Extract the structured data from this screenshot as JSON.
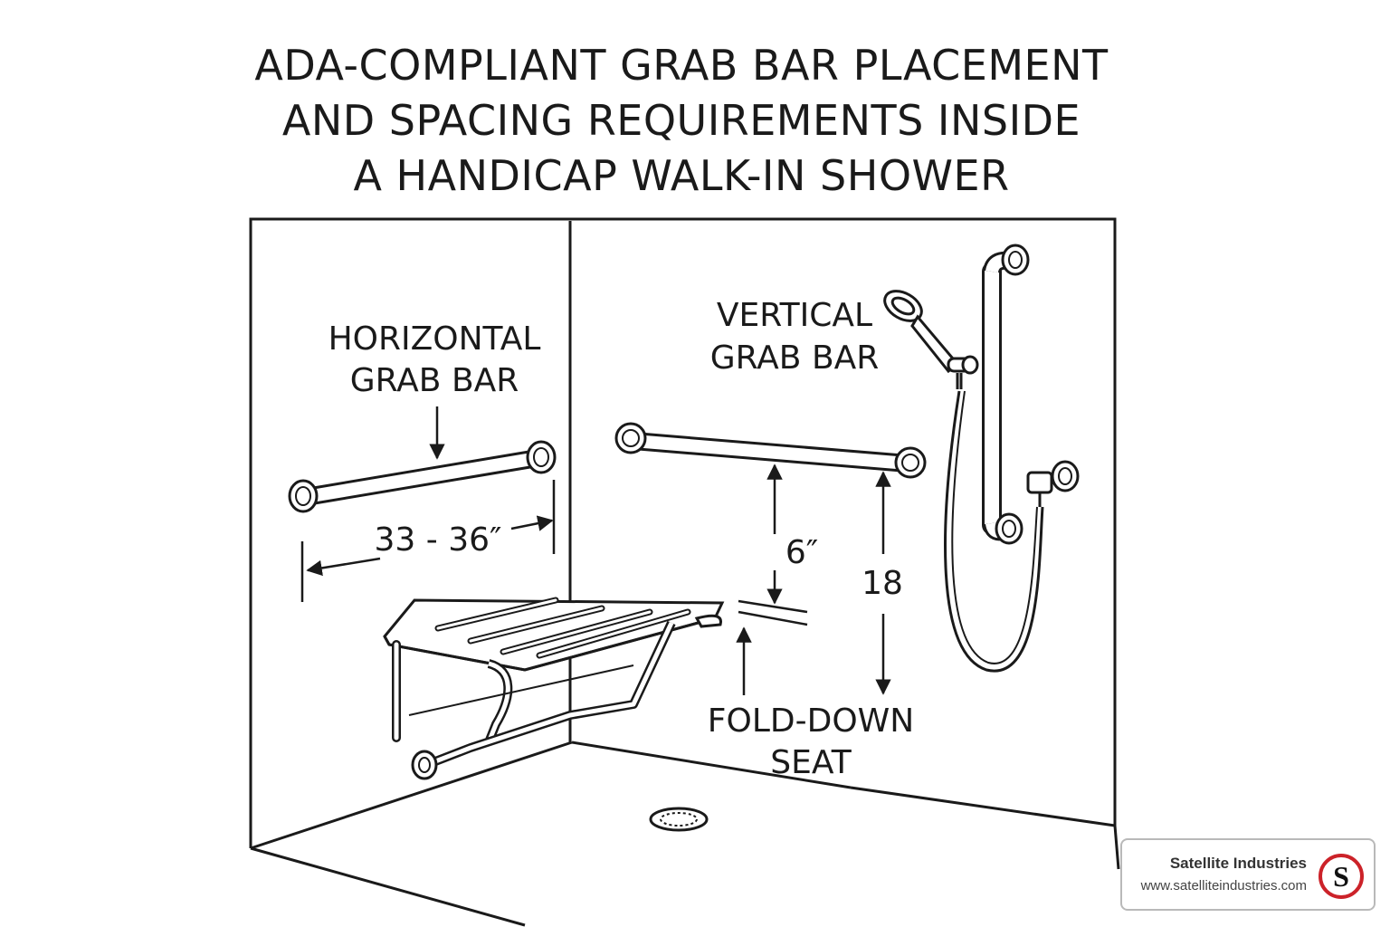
{
  "title": {
    "line1": "ADA-COMPLIANT GRAB BAR PLACEMENT",
    "line2": "AND SPACING REQUIREMENTS INSIDE",
    "line3": "A HANDICAP WALK-IN SHOWER"
  },
  "labels": {
    "horizontal_grab_bar_1": "HORIZONTAL",
    "horizontal_grab_bar_2": "GRAB BAR",
    "vertical_grab_bar_1": "VERTICAL",
    "vertical_grab_bar_2": "GRAB BAR",
    "fold_down_seat_1": "FOLD-DOWN",
    "fold_down_seat_2": "SEAT"
  },
  "dimensions": {
    "bar_length": "33 - 36″",
    "seat_to_bar": "6″",
    "bar_height": "18"
  },
  "brand": {
    "name": "Satellite Industries",
    "url": "www.satelliteindustries.com",
    "logo_letter": "S",
    "logo_color": "#cc2229"
  }
}
